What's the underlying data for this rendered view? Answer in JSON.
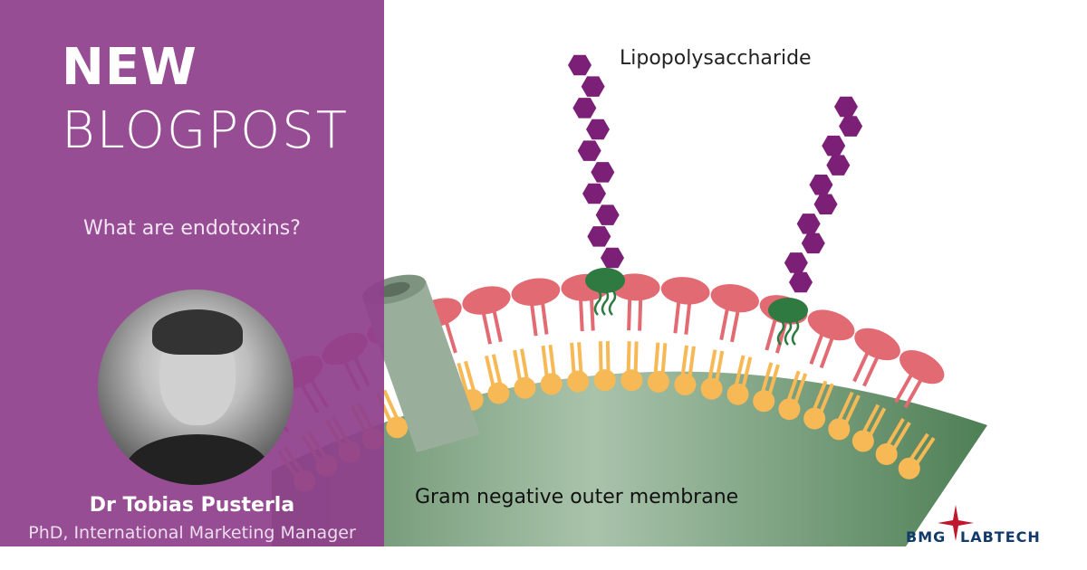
{
  "headline": {
    "line1": "NEW",
    "line2": "BLOGPOST"
  },
  "question": "What are endotoxins?",
  "author": {
    "name": "Dr Tobias Pusterla",
    "role": "PhD, International Marketing Manager"
  },
  "diagram": {
    "lps_label": "Lipopolysaccharide",
    "membrane_label": "Gram negative outer membrane"
  },
  "logo": {
    "left": "BMG",
    "right": "LABTECH"
  },
  "colors": {
    "purple": "#8f408c",
    "membrane": "#6f9a72",
    "outer_head": "#e26a72",
    "inner_head": "#f7b955",
    "lps_sugar": "#7b2076",
    "lipidA": "#2e7a40"
  }
}
